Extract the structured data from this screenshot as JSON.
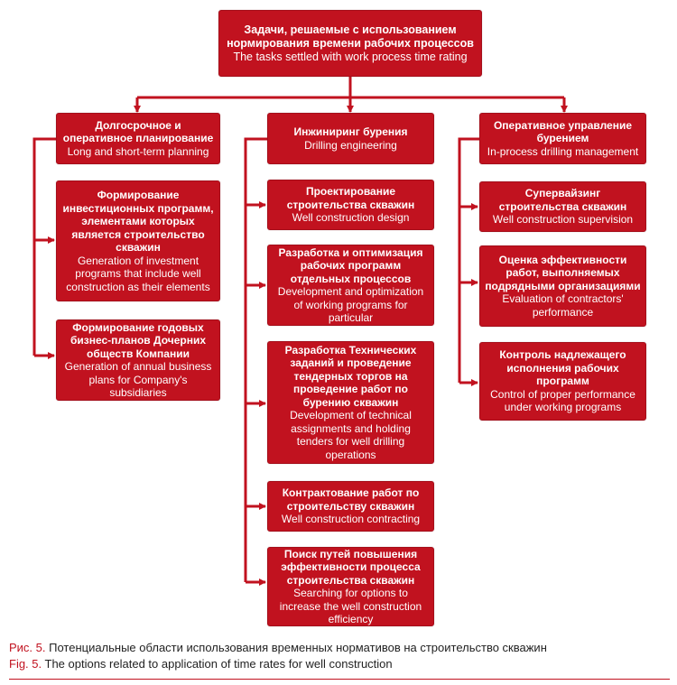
{
  "colors": {
    "box": "#c1121f",
    "arrow": "#c1121f",
    "text": "#ffffff",
    "caption": "#222222"
  },
  "top": {
    "ru": "Задачи, решаемые с использованием нормирования времени рабочих процессов",
    "en": "The tasks settled with work process time rating"
  },
  "columns": [
    {
      "header": {
        "ru": "Долгосрочное и оперативное планирование",
        "en": "Long and short-term planning"
      },
      "items": [
        {
          "ru": "Формирование инвестиционных программ, элементами которых является строительство скважин",
          "en": "Generation of investment programs that include well construction as their elements"
        },
        {
          "ru": "Формирование годовых бизнес-планов Дочерних обществ Компании",
          "en": "Generation of annual business plans for Company's subsidiaries"
        }
      ]
    },
    {
      "header": {
        "ru": "Инжиниринг бурения",
        "en": "Drilling engineering"
      },
      "items": [
        {
          "ru": "Проектирование строительства скважин",
          "en": "Well construction design"
        },
        {
          "ru": "Разработка и оптимизация рабочих программ отдельных процессов",
          "en": "Development and optimization of working programs for particular"
        },
        {
          "ru": "Разработка Технических заданий и проведение тендерных торгов на проведение работ по бурению скважин",
          "en": "Development of technical assignments and holding tenders for well drilling operations"
        },
        {
          "ru": "Контрактование работ по строительству скважин",
          "en": "Well construction contracting"
        },
        {
          "ru": "Поиск путей повышения эффективности процесса строительства скважин",
          "en": "Searching for options to increase the well construction efficiency"
        }
      ]
    },
    {
      "header": {
        "ru": "Оперативное управление бурением",
        "en": "In-process drilling management"
      },
      "items": [
        {
          "ru": "Супервайзинг строительства скважин",
          "en": "Well construction supervision"
        },
        {
          "ru": "Оценка эффективности работ, выполняемых подрядными организациями",
          "en": "Evaluation of contractors' performance"
        },
        {
          "ru": "Контроль надлежащего исполнения рабочих программ",
          "en": "Control of proper performance under working programs"
        }
      ]
    }
  ],
  "caption": {
    "ru_label": "Рис. 5.",
    "ru_text": " Потенциальные области использования временных нормативов на строительство скважин",
    "en_label": "Fig. 5.",
    "en_text": " The options related to application of time rates for well construction"
  }
}
